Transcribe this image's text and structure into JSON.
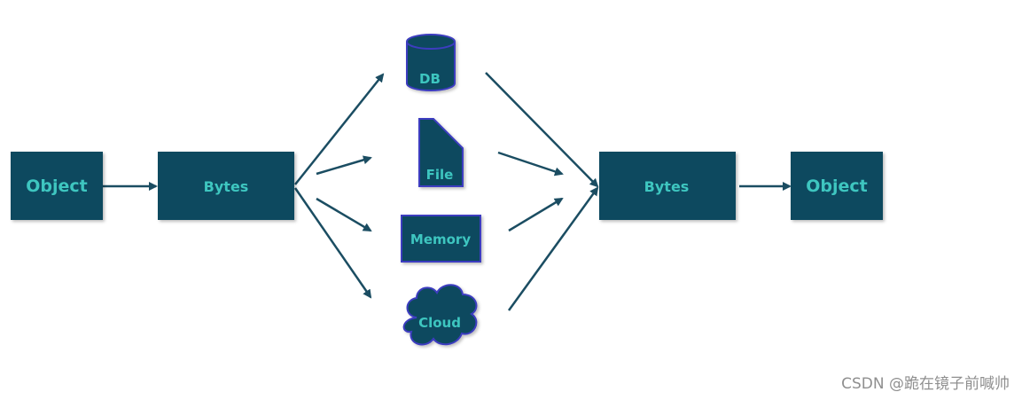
{
  "nodes": {
    "object_left": "Object",
    "bytes_left": "Bytes",
    "db": "DB",
    "file": "File",
    "memory": "Memory",
    "cloud": "Cloud",
    "bytes_right": "Bytes",
    "object_right": "Object"
  },
  "colors": {
    "box_fill": "#0f4a5f",
    "label": "#3ec6c0",
    "shape_border": "#3c3cc0",
    "arrow": "#1b4d62"
  },
  "watermark": "CSDN @跪在镜子前喊帅"
}
